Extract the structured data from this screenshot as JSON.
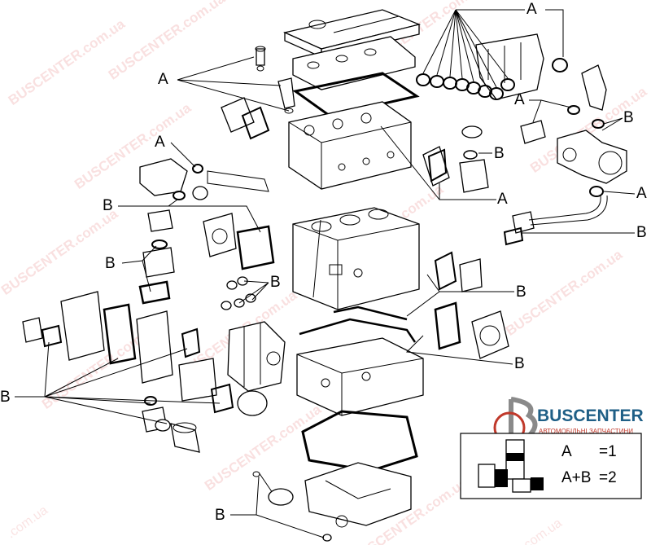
{
  "watermark": {
    "text": "BUSCENTER",
    "domain": "BUSCENTER.com.ua",
    "domain_short": ".com.ua"
  },
  "callouts": {
    "a": "A",
    "b": "B"
  },
  "legend": {
    "row_a": "A",
    "row_a_value": "=1",
    "row_ab": "A+B",
    "row_ab_value": "=2"
  },
  "logo": {
    "name": "BUSCENTER",
    "tagline": "АВТОМОБІЛЬНІ ЗАПЧАСТИНИ"
  },
  "colors": {
    "brand_blue": "#1f5f86",
    "brand_red": "#c0392b",
    "watermark_red": "#dc3c3c"
  }
}
